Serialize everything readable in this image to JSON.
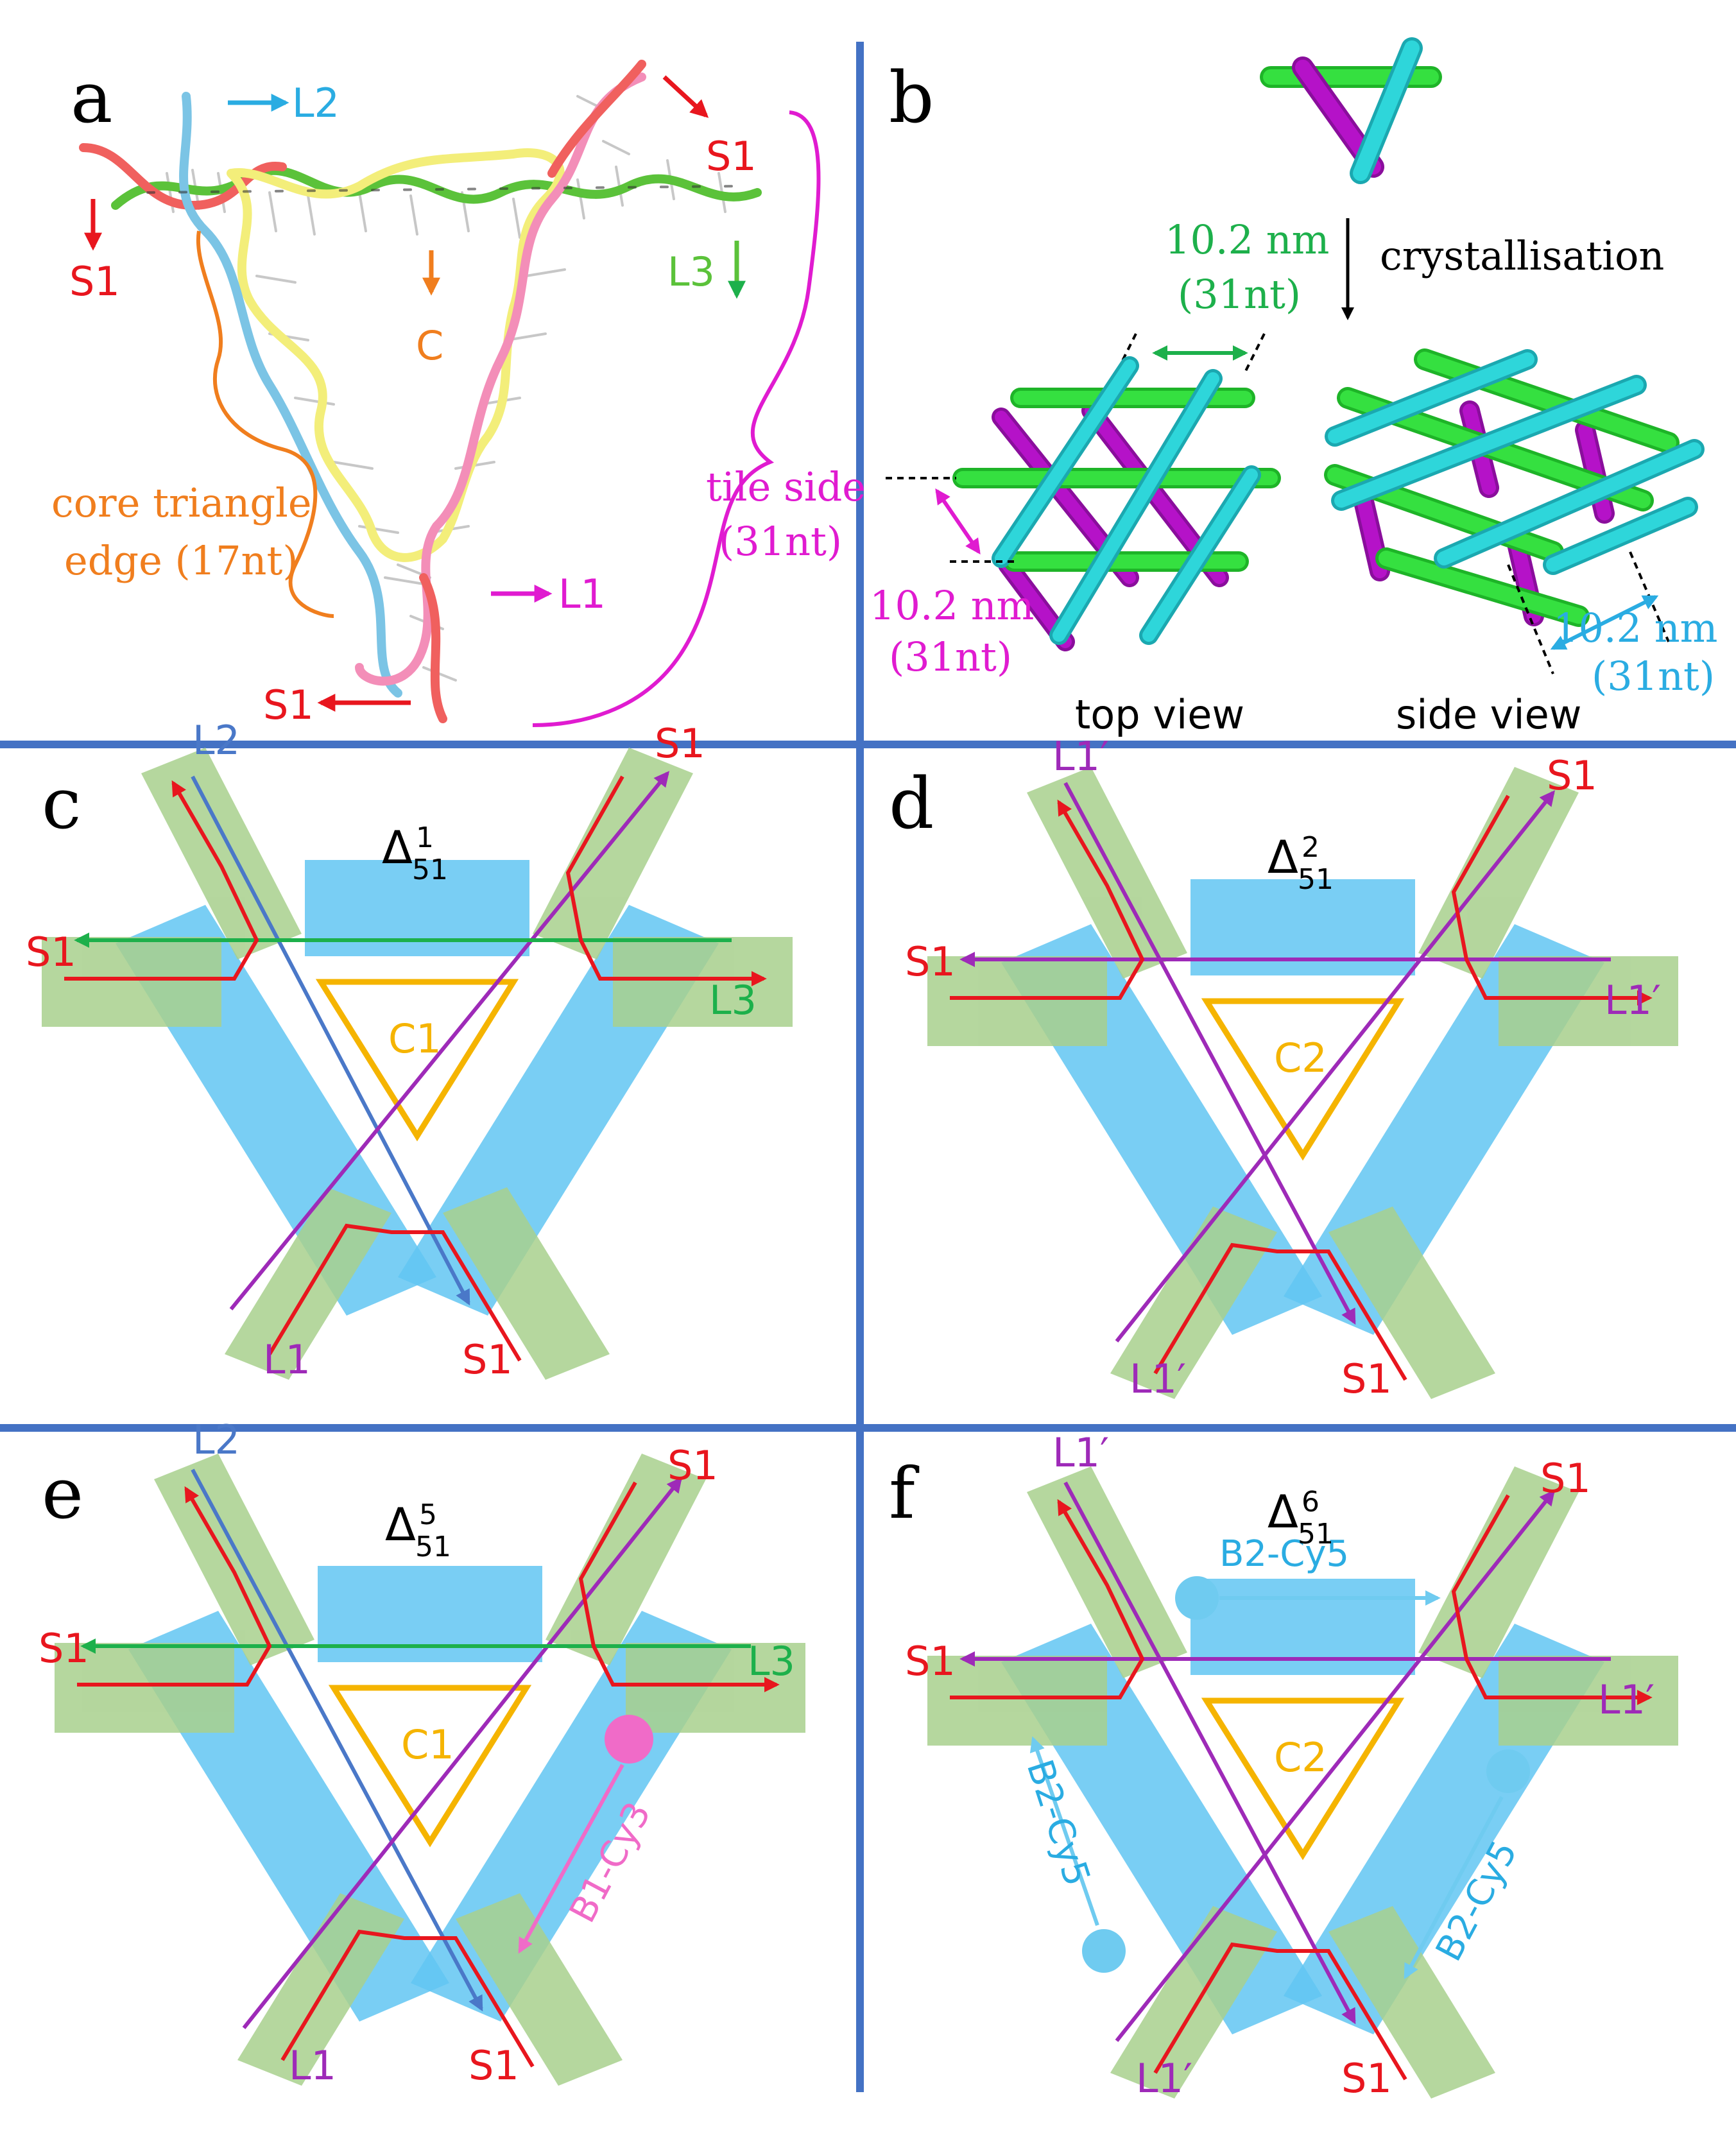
{
  "colors": {
    "divider": "#4472C4",
    "red": "#E8161E",
    "green": "#1DB04B",
    "blue": "#4A78C8",
    "purple": "#9E2AB8",
    "orange": "#F07E1E",
    "cyan": "#2AACE2",
    "magenta": "#E01BD0",
    "pink": "#F06BC8",
    "gold": "#F5B400",
    "tileGreen": "#A8D08D",
    "coreBlue": "#62C6F2",
    "rodGreen": "#35E040",
    "rodCyan": "#2ED6DA",
    "rodMagenta": "#B512C8"
  },
  "panels": {
    "a": {
      "letter": "a",
      "labels": {
        "l2": "L2",
        "s1_left": "S1",
        "s1_topright": "S1",
        "s1_bottom": "S1",
        "l3": "L3",
        "c": "C",
        "l1": "L1",
        "core_line1": "core triangle",
        "core_line2": "edge (17nt)",
        "tile_line1": "tile side",
        "tile_line2": "(31nt)"
      }
    },
    "b": {
      "letter": "b",
      "labels": {
        "crystallisation": "crystallisation",
        "green_dim1": "10.2 nm",
        "green_dim2": "(31nt)",
        "magenta_dim1": "10.2 nm",
        "magenta_dim2": "(31nt)",
        "cyan_dim1": "10.2 nm",
        "cyan_dim2": "(31nt)",
        "top_view": "top view",
        "side_view": "side view"
      }
    },
    "c": {
      "letter": "c",
      "title": "Δ",
      "sub": "51",
      "sup": "1",
      "core": "C1",
      "labels": {
        "tl": "L2",
        "tr": "S1",
        "ml": "S1",
        "mr": "L3",
        "bl": "L1",
        "br": "S1"
      }
    },
    "d": {
      "letter": "d",
      "title": "Δ",
      "sub": "51",
      "sup": "2",
      "core": "C2",
      "labels": {
        "tl": "L1′",
        "tr": "S1",
        "ml": "S1",
        "mr": "L1′",
        "bl": "L1′",
        "br": "S1"
      }
    },
    "e": {
      "letter": "e",
      "title": "Δ",
      "sub": "51",
      "sup": "5",
      "core": "C1",
      "labels": {
        "tl": "L2",
        "tr": "S1",
        "ml": "S1",
        "mr": "L3",
        "bl": "L1",
        "br": "S1"
      },
      "marker": "B1-Cy3"
    },
    "f": {
      "letter": "f",
      "title": "Δ",
      "sub": "51",
      "sup": "6",
      "core": "C2",
      "labels": {
        "tl": "L1′",
        "tr": "S1",
        "ml": "S1",
        "mr": "L1′",
        "bl": "L1′",
        "br": "S1"
      },
      "marker_top": "B2-Cy5",
      "marker_left": "B2-Cy5",
      "marker_right": "B2-Cy5"
    }
  }
}
